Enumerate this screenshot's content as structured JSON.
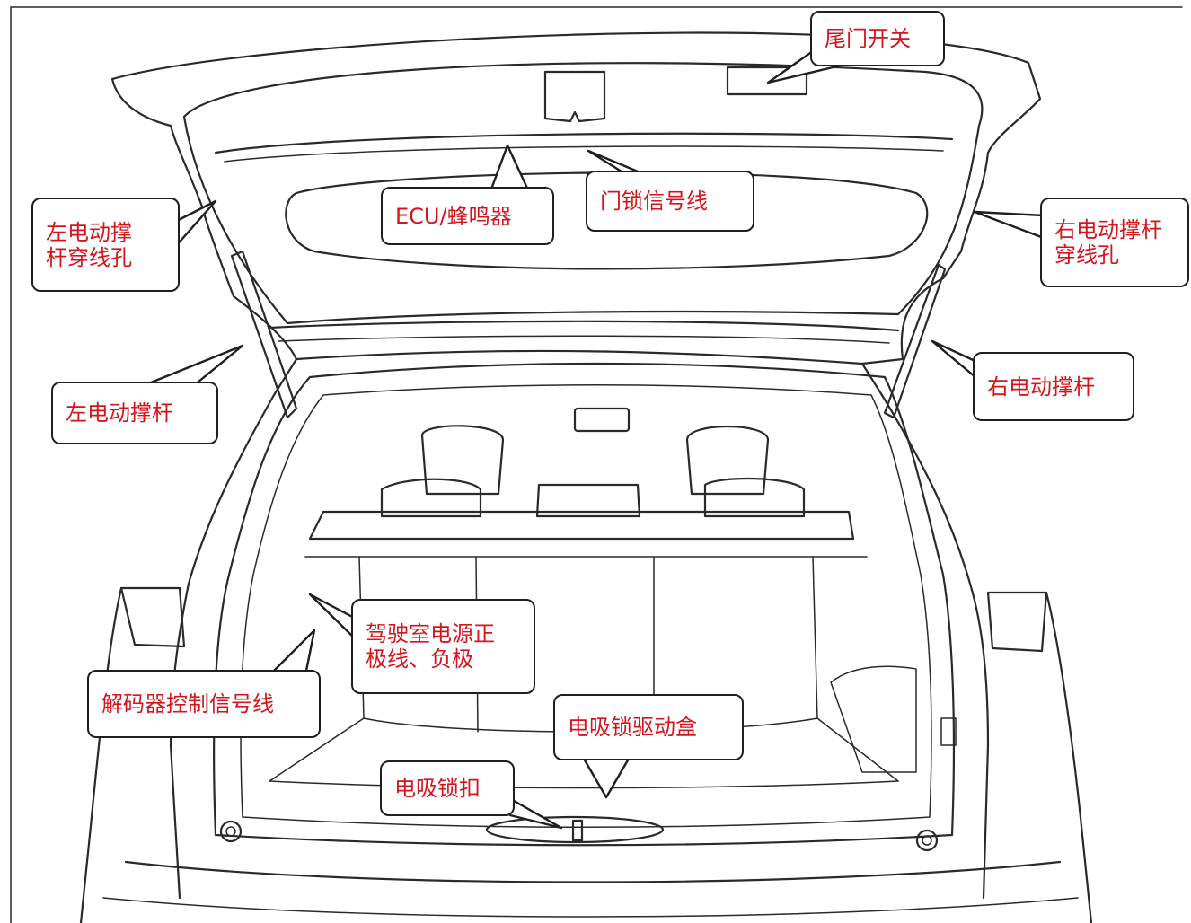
{
  "diagram": {
    "accent_text_color": "#d4161c",
    "labels": {
      "tailgate_switch": "尾门开关",
      "ecu_buzzer": "ECU/蜂鸣器",
      "door_lock_signal": "门锁信号线",
      "left_strut_hole": "左电动撑\n杆穿线孔",
      "right_strut_hole": "右电动撑杆\n穿线孔",
      "left_strut": "左电动撑杆",
      "right_strut": "右电动撑杆",
      "cab_power": "驾驶室电源正\n极线、负极",
      "decoder_signal": "解码器控制信号线",
      "latch_driver_box": "电吸锁驱动盒",
      "latch_striker": "电吸锁扣"
    }
  }
}
